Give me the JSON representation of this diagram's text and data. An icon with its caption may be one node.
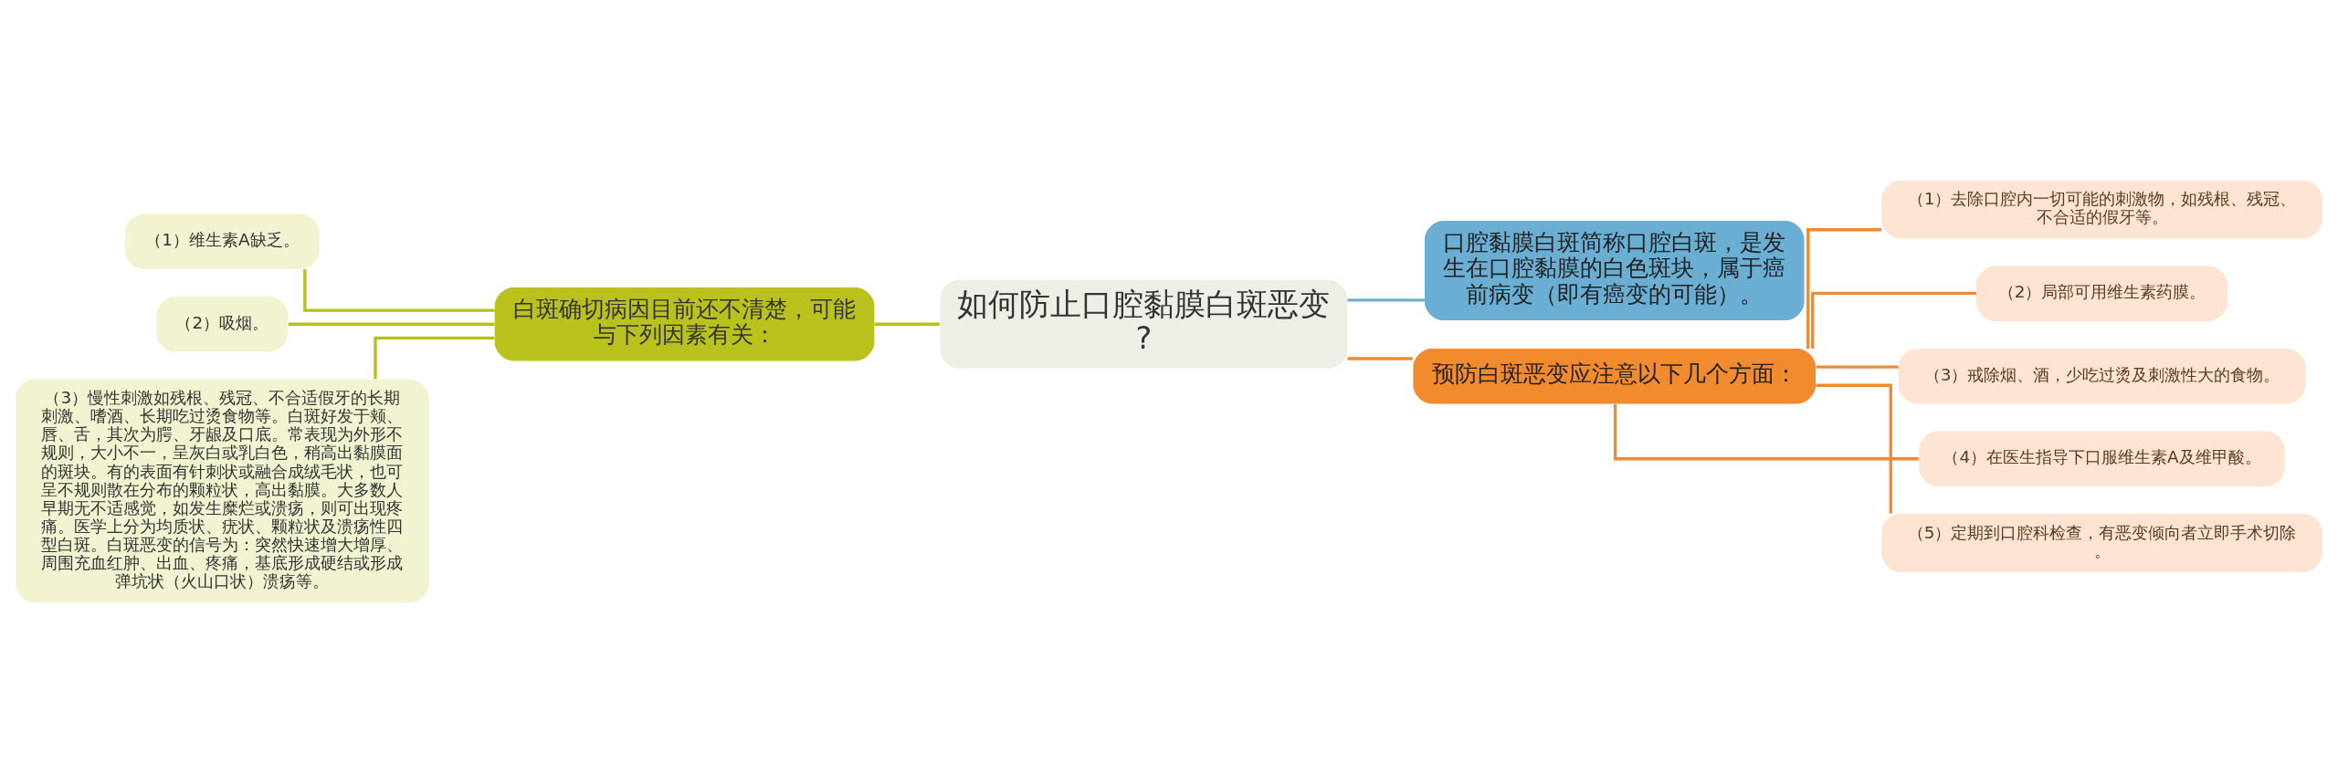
{
  "diagram": {
    "nodes": [
      {
        "text": [
          "如何防止口腔黏膜白斑恶变?"
        ]
      },
      {
        "text": [
          "白斑确切病因目前还不清楚，可能与下列因素有关："
        ]
      },
      {
        "text": [
          "（1）维生素A缺乏。"
        ]
      },
      {
        "text": [
          "（2）吸烟。"
        ]
      },
      {
        "text": [
          "（3）慢性刺激如残根、残冠、不合适假牙的长期刺激、嗜酒、长期吃过烫食物等。白斑好发于颊、唇、舌，其次为腭、牙龈及口底。常表现为外形不规则，大小不一，呈灰白或乳白色，稍高出黏膜面的斑块。有的表面有针刺状或融合成绒毛状，也可呈不规则散在分布的颗粒状，高出黏膜。大多数人早期无不适感觉，如发生糜烂或溃疡，则可出现疼痛。医学上分为均质状、疣状、颗粒状及溃疡性四型白斑。白斑恶变的信号为：突然快速增大增厚、周围充血红肿、出血、疼痛，基底形成硬结或形成弹坑状（火山口状）溃疡等。"
        ]
      },
      {
        "text": [
          "口腔黏膜白斑简称口腔白斑，是发生在口腔黏膜的白色斑块，属于癌前病变（即有癌变的可能）。"
        ]
      },
      {
        "text": [
          "预防白斑恶变应注意以下几个方面："
        ]
      },
      {
        "text": [
          "（1）去除口腔内一切可能的刺激物，如残根、残冠、不合适的假牙等。"
        ]
      },
      {
        "text": [
          "（2）局部可用维生素药膜。"
        ]
      },
      {
        "text": [
          "（3）戒除烟、酒，少吃过烫及刺激性大的食物。"
        ]
      },
      {
        "text": [
          "（4）在医生指导下口服维生素A及维甲酸。"
        ]
      },
      {
        "text": [
          "（5）定期到口腔科检查，有恶变倾向者立即手术切除。"
        ]
      }
    ],
    "edges": [
      {
        "from": 0,
        "to": 1,
        "arrow": "none",
        "color": "#b5c11b"
      },
      {
        "from": 1,
        "to": 2,
        "arrow": "none",
        "color": "#b5c11b"
      },
      {
        "from": 1,
        "to": 3,
        "arrow": "none",
        "color": "#b5c11b"
      },
      {
        "from": 1,
        "to": 4,
        "arrow": "none",
        "color": "#b5c11b"
      },
      {
        "from": 0,
        "to": 5,
        "arrow": "none",
        "color": "#6aafd3"
      },
      {
        "from": 0,
        "to": 6,
        "arrow": "none"
      },
      {
        "from": 6,
        "to": 7,
        "arrow": "none"
      },
      {
        "from": 6,
        "to": 8,
        "arrow": "none"
      },
      {
        "from": 6,
        "to": 9,
        "arrow": "none"
      },
      {
        "from": 6,
        "to": 10,
        "arrow": "none"
      },
      {
        "from": 6,
        "to": 11,
        "arrow": "none"
      }
    ]
  }
}
